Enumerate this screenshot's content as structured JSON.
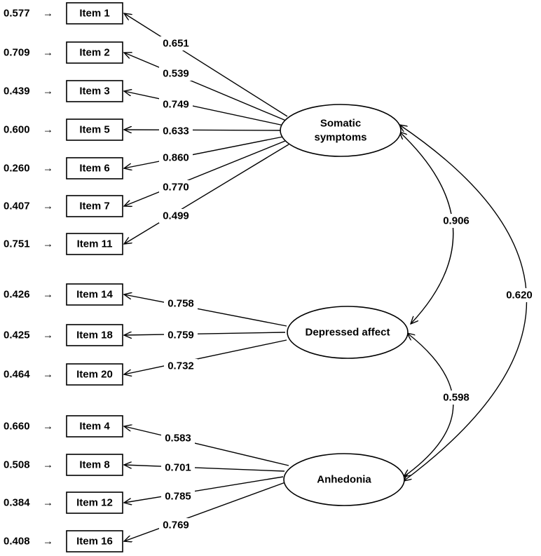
{
  "factors": [
    {
      "id": "somatic",
      "lines": [
        "Somatic",
        "symptoms"
      ]
    },
    {
      "id": "depressed",
      "lines": [
        "Depressed affect"
      ]
    },
    {
      "id": "anhedonia",
      "lines": [
        "Anhedonia"
      ]
    }
  ],
  "items": [
    {
      "label": "Item 1",
      "error": "0.577",
      "loading": "0.651",
      "factor": "somatic"
    },
    {
      "label": "Item 2",
      "error": "0.709",
      "loading": "0.539",
      "factor": "somatic"
    },
    {
      "label": "Item 3",
      "error": "0.439",
      "loading": "0.749",
      "factor": "somatic"
    },
    {
      "label": "Item 5",
      "error": "0.600",
      "loading": "0.633",
      "factor": "somatic"
    },
    {
      "label": "Item 6",
      "error": "0.260",
      "loading": "0.860",
      "factor": "somatic"
    },
    {
      "label": "Item 7",
      "error": "0.407",
      "loading": "0.770",
      "factor": "somatic"
    },
    {
      "label": "Item 11",
      "error": "0.751",
      "loading": "0.499",
      "factor": "somatic"
    },
    {
      "label": "Item 14",
      "error": "0.426",
      "loading": "0.758",
      "factor": "depressed"
    },
    {
      "label": "Item 18",
      "error": "0.425",
      "loading": "0.759",
      "factor": "depressed"
    },
    {
      "label": "Item 20",
      "error": "0.464",
      "loading": "0.732",
      "factor": "depressed"
    },
    {
      "label": "Item 4",
      "error": "0.660",
      "loading": "0.583",
      "factor": "anhedonia"
    },
    {
      "label": "Item 8",
      "error": "0.508",
      "loading": "0.701",
      "factor": "anhedonia"
    },
    {
      "label": "Item 12",
      "error": "0.384",
      "loading": "0.785",
      "factor": "anhedonia"
    },
    {
      "label": "Item 16",
      "error": "0.408",
      "loading": "0.769",
      "factor": "anhedonia"
    }
  ],
  "correlations": [
    {
      "from": "somatic",
      "to": "depressed",
      "value": "0.906"
    },
    {
      "from": "depressed",
      "to": "anhedonia",
      "value": "0.598"
    },
    {
      "from": "somatic",
      "to": "anhedonia",
      "value": "0.620"
    }
  ],
  "arrow_glyph": "→"
}
